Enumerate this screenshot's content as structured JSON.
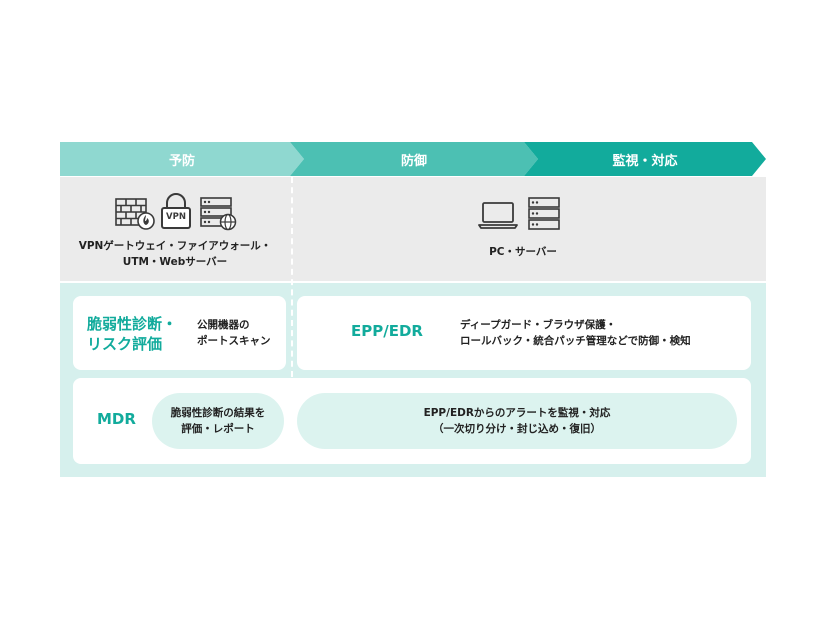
{
  "phases": {
    "prevent": "予防",
    "defend": "防御",
    "monitor": "監視・対応"
  },
  "assets": {
    "network_label_line1": "VPNゲートウェイ・ファイアウォール・",
    "network_label_line2": "UTM・Webサーバー",
    "vpn_icon_text": "VPN",
    "endpoint_label": "PC・サーバー"
  },
  "services": {
    "vulnerability": {
      "title_line1": "脆弱性診断・",
      "title_line2": "リスク評価",
      "desc_line1": "公開機器の",
      "desc_line2": "ポートスキャン"
    },
    "epp_edr": {
      "title": "EPP/EDR",
      "desc_line1": "ディープガード・ブラウザ保護・",
      "desc_line2": "ロールバック・統合パッチ管理などで防御・検知"
    },
    "mdr": {
      "title": "MDR",
      "report_line1": "脆弱性診断の結果を",
      "report_line2": "評価・レポート",
      "alert_line1": "EPP/EDRからのアラートを監視・対応",
      "alert_line2": "（一次切り分け・封じ込め・復旧）"
    }
  },
  "colors": {
    "phase_prevent": "#8fd8d0",
    "phase_defend": "#4cc0b3",
    "phase_monitor": "#12ab9c",
    "accent_text": "#12ab9c",
    "band_gray": "#ebebeb",
    "band_teal": "#d6f0ed"
  },
  "icons": [
    "firewall-icon",
    "vpn-lock-icon",
    "server-globe-icon",
    "laptop-icon",
    "server-icon"
  ]
}
